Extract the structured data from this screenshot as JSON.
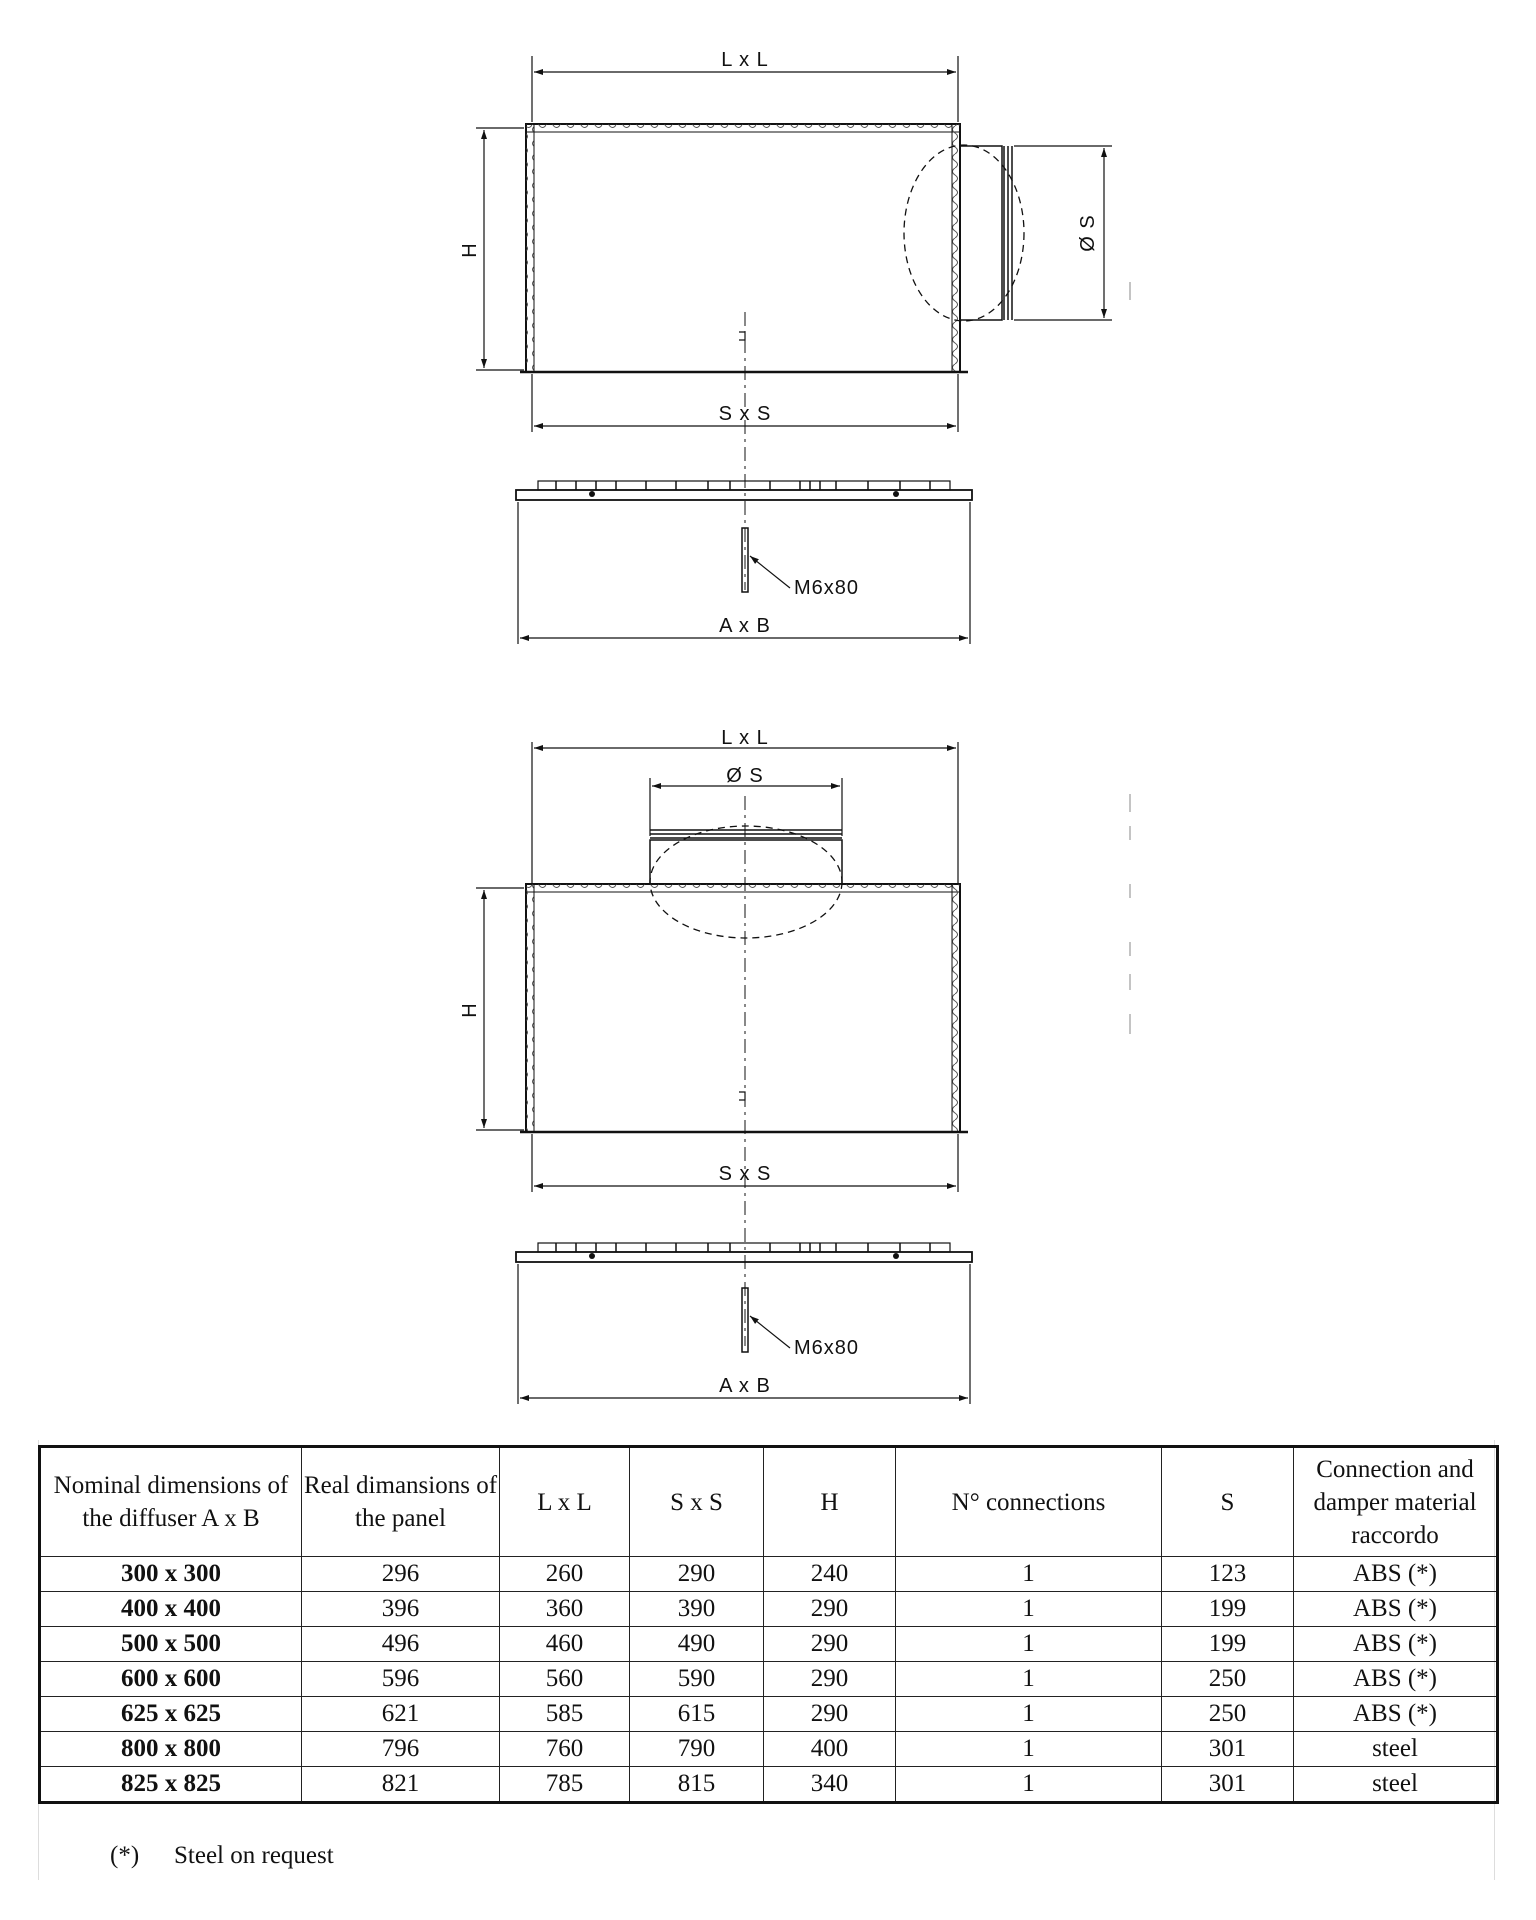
{
  "drawing_top": {
    "lxl": "L x L",
    "sxs": "S x S",
    "h": "H",
    "os": "Ø S",
    "axb": "A x B",
    "bolt": "M6x80"
  },
  "drawing_bottom": {
    "lxl": "L x L",
    "sxs": "S x S",
    "h": "H",
    "os": "Ø S",
    "axb": "A x B",
    "bolt": "M6x80"
  },
  "table": {
    "headers": [
      "Nominal dimensions of the diffuser A x B",
      "Real dimansions of the panel",
      "L x L",
      "S x S",
      "H",
      "N° connections",
      "S",
      "Connection and damper material raccordo"
    ],
    "rows": [
      [
        "300 x 300",
        "296",
        "260",
        "290",
        "240",
        "1",
        "123",
        "ABS (*)"
      ],
      [
        "400 x 400",
        "396",
        "360",
        "390",
        "290",
        "1",
        "199",
        "ABS (*)"
      ],
      [
        "500 x 500",
        "496",
        "460",
        "490",
        "290",
        "1",
        "199",
        "ABS (*)"
      ],
      [
        "600 x 600",
        "596",
        "560",
        "590",
        "290",
        "1",
        "250",
        "ABS (*)"
      ],
      [
        "625 x 625",
        "621",
        "585",
        "615",
        "290",
        "1",
        "250",
        "ABS (*)"
      ],
      [
        "800 x 800",
        "796",
        "760",
        "790",
        "400",
        "1",
        "301",
        "steel"
      ],
      [
        "825 x 825",
        "821",
        "785",
        "815",
        "340",
        "1",
        "301",
        "steel"
      ]
    ]
  },
  "footnote": {
    "mark": "(*)",
    "text": "Steel on request"
  }
}
